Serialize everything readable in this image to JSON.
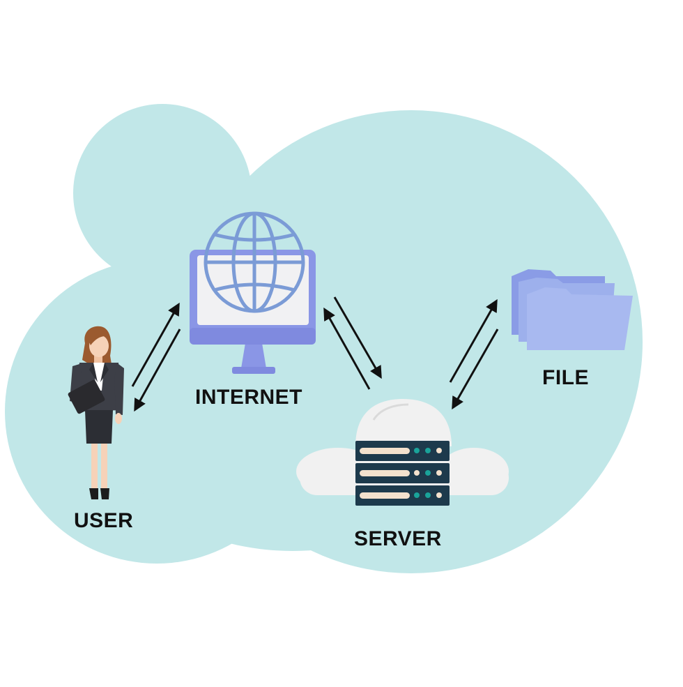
{
  "nodes": {
    "user": {
      "label": "USER",
      "icon": "businesswoman-icon"
    },
    "internet": {
      "label": "INTERNET",
      "icon": "globe-monitor-icon"
    },
    "server": {
      "label": "SERVER",
      "icon": "cloud-server-icon"
    },
    "file": {
      "label": "FILE",
      "icon": "folders-icon"
    }
  },
  "connections": [
    {
      "from": "user",
      "to": "internet",
      "direction": "bidirectional"
    },
    {
      "from": "internet",
      "to": "server",
      "direction": "bidirectional"
    },
    {
      "from": "server",
      "to": "file",
      "direction": "bidirectional"
    }
  ],
  "colors": {
    "background_blob": "#c1e7e8",
    "monitor": "#8a96e6",
    "globe": "#7b9bd6",
    "folder": "#9db0ec",
    "server_rack": "#1d3a4c",
    "server_dot": "#1aa39a",
    "server_bar": "#f3e1cd",
    "cloud": "#f1f1f1",
    "arrow": "#111111",
    "suit": "#3d3f47",
    "hair": "#9b5a2f",
    "skin": "#f6d2b8"
  }
}
